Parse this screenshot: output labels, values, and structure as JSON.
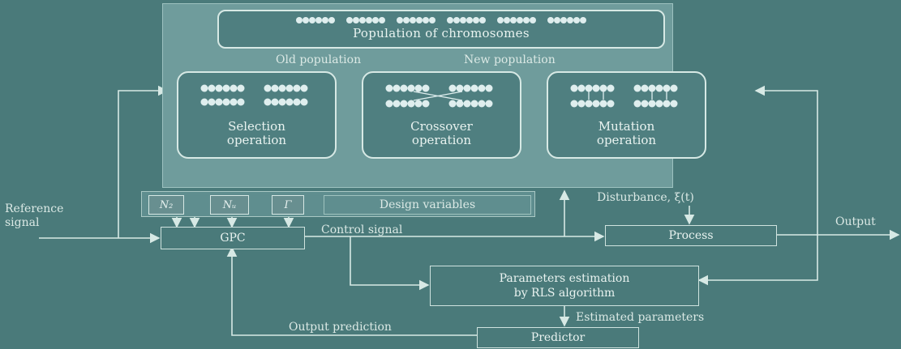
{
  "population": {
    "label": "Population of chromosomes"
  },
  "flow": {
    "old_population": "Old population",
    "new_population": "New population"
  },
  "operations": [
    {
      "label": "Selection\noperation"
    },
    {
      "label": "Crossover\noperation"
    },
    {
      "label": "Mutation\noperation"
    }
  ],
  "design_variables": {
    "cells": [
      "N₂",
      "Nᵤ",
      "Γ"
    ],
    "label": "Design variables"
  },
  "signals": {
    "reference": "Reference\nsignal",
    "control": "Control signal",
    "disturbance": "Disturbance, ξ(t)",
    "output": "Output",
    "estimated_parameters": "Estimated parameters",
    "output_prediction": "Output prediction"
  },
  "blocks": {
    "gpc": "GPC",
    "process": "Process",
    "rls": "Parameters estimation\nby RLS algorithm",
    "predictor": "Predictor"
  },
  "colors": {
    "background": "#4a7a7a",
    "panel": "#6f9c9c",
    "line": "#d7e9e5"
  }
}
